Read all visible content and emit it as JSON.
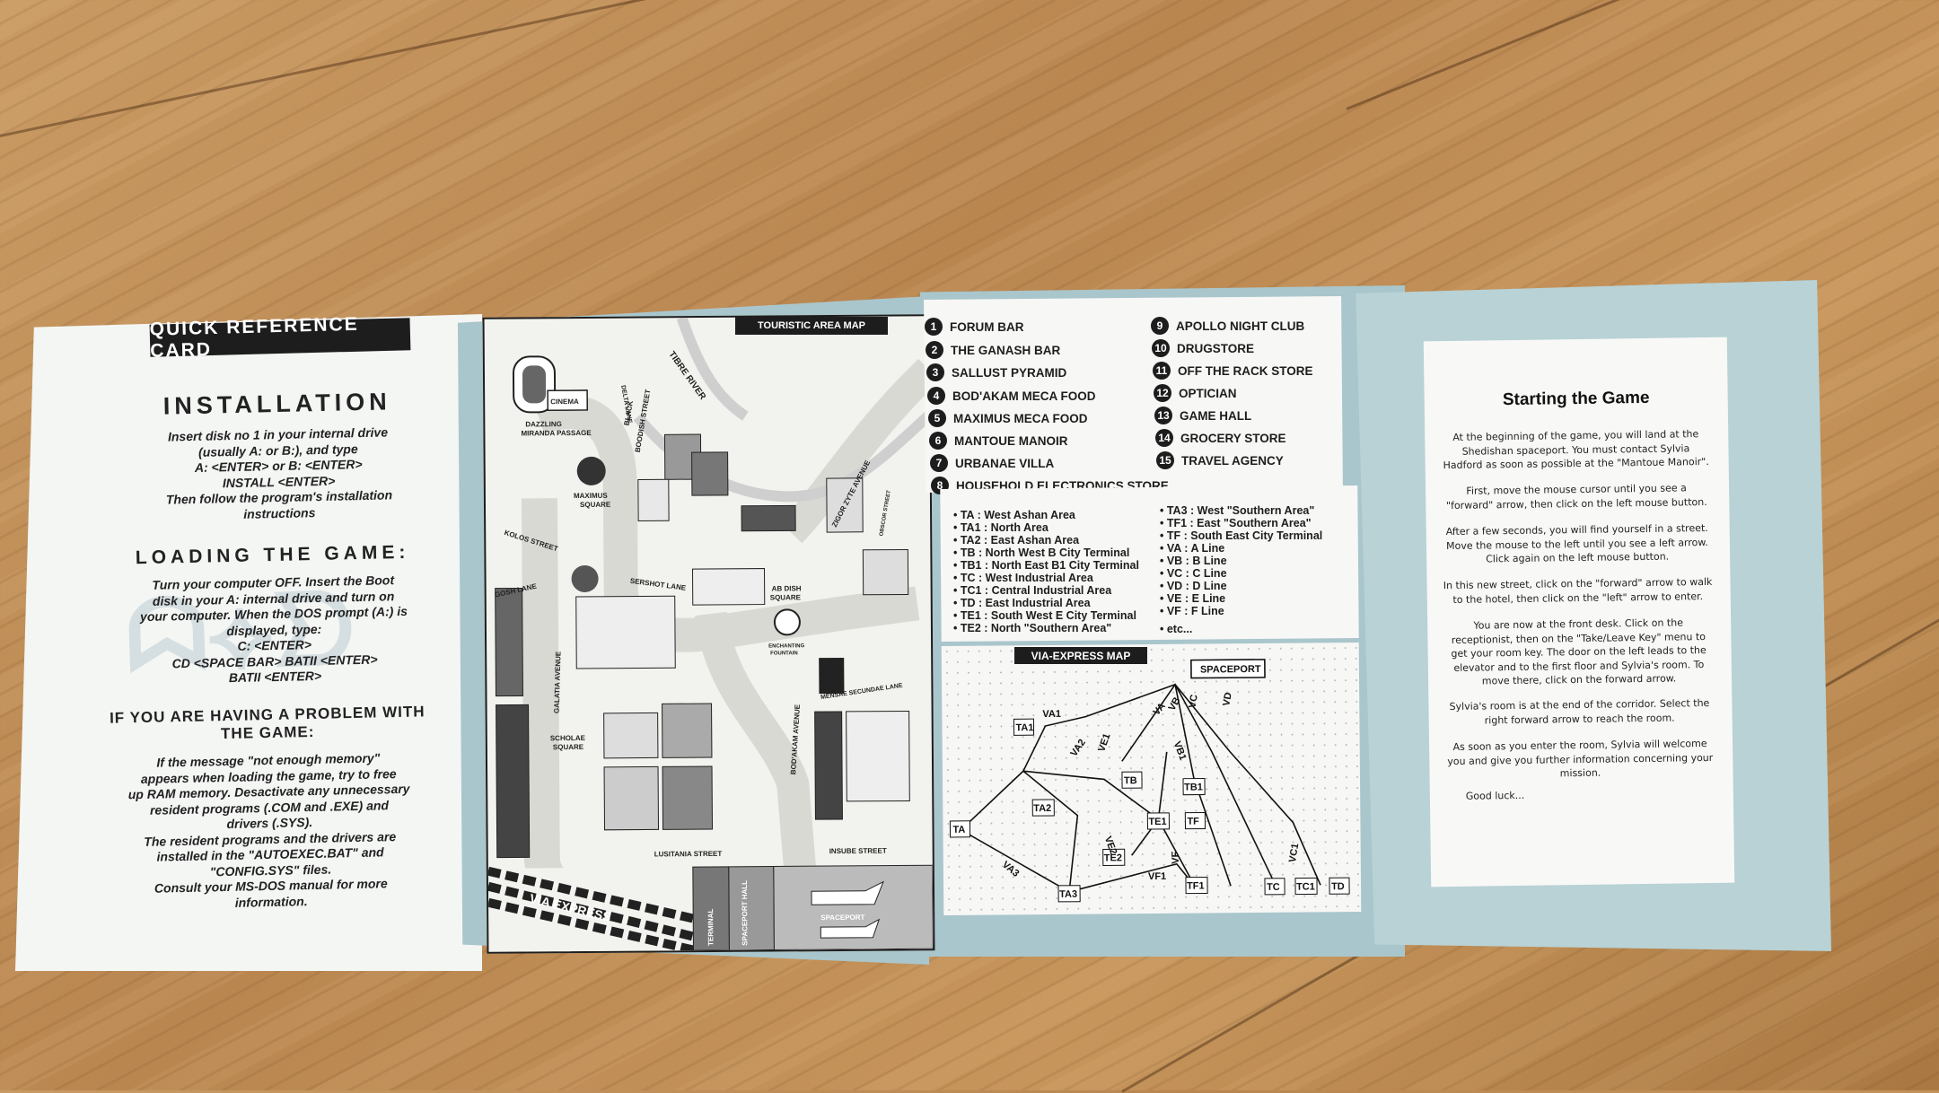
{
  "left_panel": {
    "title": "QUICK REFERENCE CARD",
    "installation": {
      "heading": "INSTALLATION",
      "lines": [
        "Insert disk no 1 in your internal drive",
        "(usually A: or B:), and type",
        "A: <ENTER> or B: <ENTER>",
        "INSTALL <ENTER>",
        "Then follow the program's installation",
        "instructions"
      ]
    },
    "loading": {
      "heading": "LOADING THE GAME:",
      "lines": [
        "Turn your computer OFF. Insert the Boot",
        "disk in your A: internal drive and turn on",
        "your computer. When the DOS prompt (A:) is",
        "displayed, type:",
        "C: <ENTER>",
        "CD <SPACE BAR> BATII <ENTER>",
        "BATII <ENTER>"
      ]
    },
    "problem": {
      "heading_1": "IF YOU ARE HAVING A PROBLEM WITH",
      "heading_2": "THE GAME:",
      "lines": [
        "If the message \"not enough memory\"",
        "appears when loading the game, try to free",
        "up RAM memory. Desactivate any unnecessary",
        "resident programs (.COM and .EXE) and",
        "drivers (.SYS).",
        "The resident programs and the drivers are",
        "installed in the \"AUTOEXEC.BAT\" and",
        "\"CONFIG.SYS\" files.",
        "Consult your MS-DOS manual for more",
        "information."
      ]
    }
  },
  "map": {
    "title": "TOURISTIC AREA MAP",
    "labels": {
      "cinema": "CINEMA",
      "dazzling": "DAZZLING",
      "miranda": "MIRANDA PASSAGE",
      "maximus": "MAXIMUS",
      "maximus_square": "SQUARE",
      "black": "BLACK",
      "boodish": "BOODISH STREET",
      "tibre": "TIBRE RIVER",
      "kolos": "KOLOS STREET",
      "gosh": "GOSH LANE",
      "sershot": "SERSHOT LANE",
      "ab_dish": "AB DISH",
      "ab_square": "SQUARE",
      "enchanting": "ENCHANTING",
      "fountain": "FOUNTAIN",
      "galatia": "GALATIA AVENUE",
      "scholae": "SCHOLAE",
      "scholae_square": "SQUARE",
      "bod_akam": "BOD'AKAM AVENUE",
      "mensae": "MENSAE SECUNDAE LANE",
      "lusitania": "LUSITANIA STREET",
      "insube": "INSUBE STREET",
      "via_express": "VIA EXPRESS",
      "terminal": "TERMINAL",
      "spaceport_hall": "SPACEPORT HALL",
      "spaceport": "SPACEPORT",
      "zigor": "ZIGOR ZYTE AVENUE",
      "obscor": "OBSCOR STREET",
      "delta": "DELTA LANE"
    }
  },
  "legend": {
    "places_left": [
      {
        "num": "1",
        "name": "FORUM BAR"
      },
      {
        "num": "2",
        "name": "THE GANASH BAR"
      },
      {
        "num": "3",
        "name": "SALLUST PYRAMID"
      },
      {
        "num": "4",
        "name": "BOD'AKAM MECA FOOD"
      },
      {
        "num": "5",
        "name": "MAXIMUS MECA FOOD"
      },
      {
        "num": "6",
        "name": "MANTOUE MANOIR"
      },
      {
        "num": "7",
        "name": "URBANAE VILLA"
      },
      {
        "num": "8",
        "name": "HOUSEHOLD ELECTRONICS STORE"
      }
    ],
    "places_right": [
      {
        "num": "9",
        "name": "APOLLO NIGHT CLUB"
      },
      {
        "num": "10",
        "name": "DRUGSTORE"
      },
      {
        "num": "11",
        "name": "OFF THE RACK STORE"
      },
      {
        "num": "12",
        "name": "OPTICIAN"
      },
      {
        "num": "13",
        "name": "GAME HALL"
      },
      {
        "num": "14",
        "name": "GROCERY STORE"
      },
      {
        "num": "15",
        "name": "TRAVEL AGENCY"
      }
    ],
    "codes_left": [
      "• TA  : West Ashan Area",
      "• TA1 : North Area",
      "• TA2 : East Ashan Area",
      "• TB  : North West B City Terminal",
      "• TB1 : North East B1 City Terminal",
      "• TC  : West Industrial Area",
      "• TC1 : Central Industrial Area",
      "• TD  : East Industrial Area",
      "• TE1 : South West E City Terminal",
      "• TE2 : North \"Southern Area\""
    ],
    "codes_right": [
      "• TA3 : West \"Southern Area\"",
      "• TF1 : East \"Southern Area\"",
      "• TF  : South East City Terminal",
      "• VA  : A Line",
      "• VB  : B Line",
      "• VC  : C Line",
      "• VD  : D Line",
      "• VE  : E Line",
      "• VF  : F Line",
      "• etc..."
    ]
  },
  "via_map": {
    "title": "VIA-EXPRESS MAP",
    "spaceport": "SPACEPORT",
    "stations": {
      "TA": "TA",
      "TA1": "TA1",
      "TA2": "TA2",
      "TA3": "TA3",
      "TB": "TB",
      "TB1": "TB1",
      "TC": "TC",
      "TC1": "TC1",
      "TD": "TD",
      "TE1": "TE1",
      "TE2": "TE2",
      "TF": "TF",
      "TF1": "TF1"
    },
    "lines": {
      "VA1": "VA1",
      "VA2": "VA2",
      "VA3": "VA3",
      "VA": "VA",
      "VB": "VB",
      "VC": "VC",
      "VD": "VD",
      "VB1": "VB1",
      "VE1": "VE1",
      "VE2": "VE2",
      "VF": "VF",
      "VF1": "VF1",
      "VC1": "VC1"
    }
  },
  "right_sheet": {
    "title": "Starting the Game",
    "paragraphs": [
      "At the beginning of the game, you will land at the Shedishan spaceport. You must contact Sylvia Hadford as soon as possible at the \"Mantoue Manoir\".",
      "First, move the mouse cursor until you see a \"forward\" arrow, then click on the left mouse button.",
      "After a few seconds, you will find yourself in a street. Move the mouse to the left until you see a left arrow. Click again on the left mouse button.",
      "In this new street, click on the \"forward\" arrow to walk to the hotel, then click on the \"left\" arrow to enter.",
      "You are now at the front desk. Click on the receptionist, then on the \"Take/Leave Key\" menu to get your room key. The door on the left leads to the elevator and to the first floor and Sylvia's room. To move there, click on the forward arrow.",
      "Sylvia's room is at the end of the corridor. Select the right forward arrow to reach the room.",
      "As soon as you enter the room, Sylvia will welcome you and give you further information concerning your mission.",
      "Good luck..."
    ]
  }
}
